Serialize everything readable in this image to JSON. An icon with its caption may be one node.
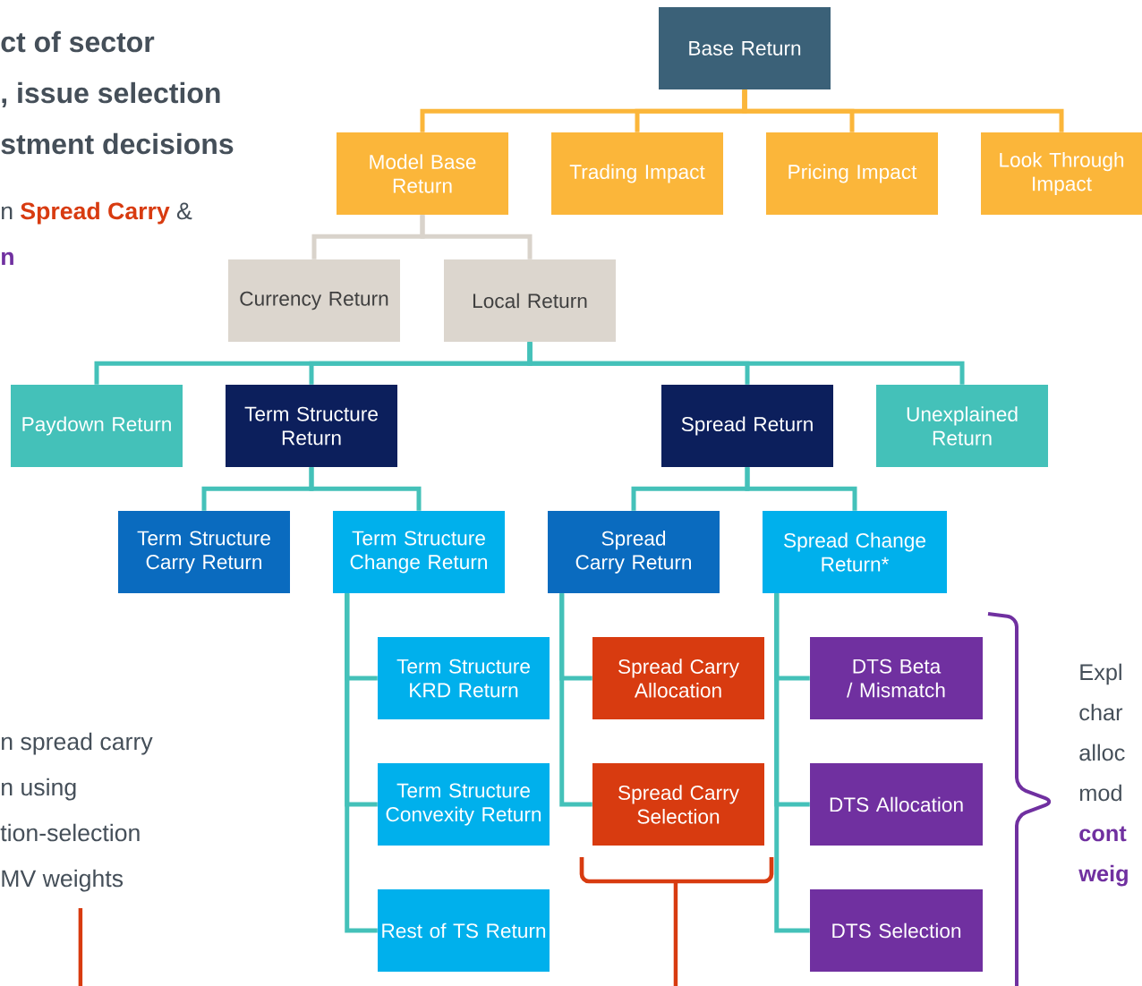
{
  "diagram": {
    "nodes": [
      {
        "text": [
          "Base Return"
        ]
      },
      {
        "text": [
          "Model Base Return"
        ]
      },
      {
        "text": [
          "Trading Impact"
        ]
      },
      {
        "text": [
          "Pricing Impact"
        ]
      },
      {
        "text": [
          "Look Through Impact"
        ]
      },
      {
        "text": [
          "Currency Return"
        ]
      },
      {
        "text": [
          "Local Return"
        ]
      },
      {
        "text": [
          "Paydown Return"
        ]
      },
      {
        "text": [
          "Term Structure Return"
        ]
      },
      {
        "text": [
          "Spread Return"
        ]
      },
      {
        "text": [
          "Unexplained Return"
        ]
      },
      {
        "text": [
          "Term Structure Carry Return"
        ]
      },
      {
        "text": [
          "Term Structure Change Return"
        ]
      },
      {
        "text": [
          "Spread Carry Return"
        ]
      },
      {
        "text": [
          "Spread Change Return*"
        ]
      },
      {
        "text": [
          "Term Structure KRD Return"
        ]
      },
      {
        "text": [
          "Term Structure Convexity Return"
        ]
      },
      {
        "text": [
          "Rest of TS Return"
        ]
      },
      {
        "text": [
          "Spread Carry Allocation"
        ]
      },
      {
        "text": [
          "Spread Carry Selection"
        ]
      },
      {
        "text": [
          "DTS Beta / Mismatch"
        ]
      },
      {
        "text": [
          "DTS Allocation"
        ]
      },
      {
        "text": [
          "DTS Selection"
        ]
      }
    ],
    "edges": [
      {
        "from": 0,
        "to": 1,
        "arrow": "none",
        "color": "#fbb63a"
      },
      {
        "from": 0,
        "to": 2,
        "arrow": "none",
        "color": "#fbb63a"
      },
      {
        "from": 0,
        "to": 3,
        "arrow": "none",
        "color": "#fbb63a"
      },
      {
        "from": 0,
        "to": 4,
        "arrow": "none",
        "color": "#fbb63a"
      },
      {
        "from": 1,
        "to": 5,
        "arrow": "none",
        "color": "#d9d3cb"
      },
      {
        "from": 1,
        "to": 6,
        "arrow": "none",
        "color": "#d9d3cb"
      },
      {
        "from": 6,
        "to": 7,
        "arrow": "none"
      },
      {
        "from": 6,
        "to": 8,
        "arrow": "none"
      },
      {
        "from": 6,
        "to": 9,
        "arrow": "none"
      },
      {
        "from": 6,
        "to": 10,
        "arrow": "none"
      },
      {
        "from": 8,
        "to": 11,
        "arrow": "none"
      },
      {
        "from": 8,
        "to": 12,
        "arrow": "none"
      },
      {
        "from": 9,
        "to": 13,
        "arrow": "none"
      },
      {
        "from": 9,
        "to": 14,
        "arrow": "none"
      },
      {
        "from": 12,
        "to": 15,
        "arrow": "none"
      },
      {
        "from": 12,
        "to": 16,
        "arrow": "none"
      },
      {
        "from": 12,
        "to": 17,
        "arrow": "none"
      },
      {
        "from": 13,
        "to": 18,
        "arrow": "none"
      },
      {
        "from": 13,
        "to": 19,
        "arrow": "none"
      },
      {
        "from": 14,
        "to": 20,
        "arrow": "none"
      },
      {
        "from": 14,
        "to": 21,
        "arrow": "none"
      },
      {
        "from": 14,
        "to": 22,
        "arrow": "none"
      }
    ],
    "labels": [
      "ct of sector",
      ", issue selection",
      "stment decisions",
      "n",
      "Spread Carry",
      "&",
      "n",
      "n spread carry",
      "n using",
      "tion-selection",
      "MV weights",
      "Expl",
      "char",
      "alloc",
      "mod",
      "cont",
      "weig"
    ]
  }
}
